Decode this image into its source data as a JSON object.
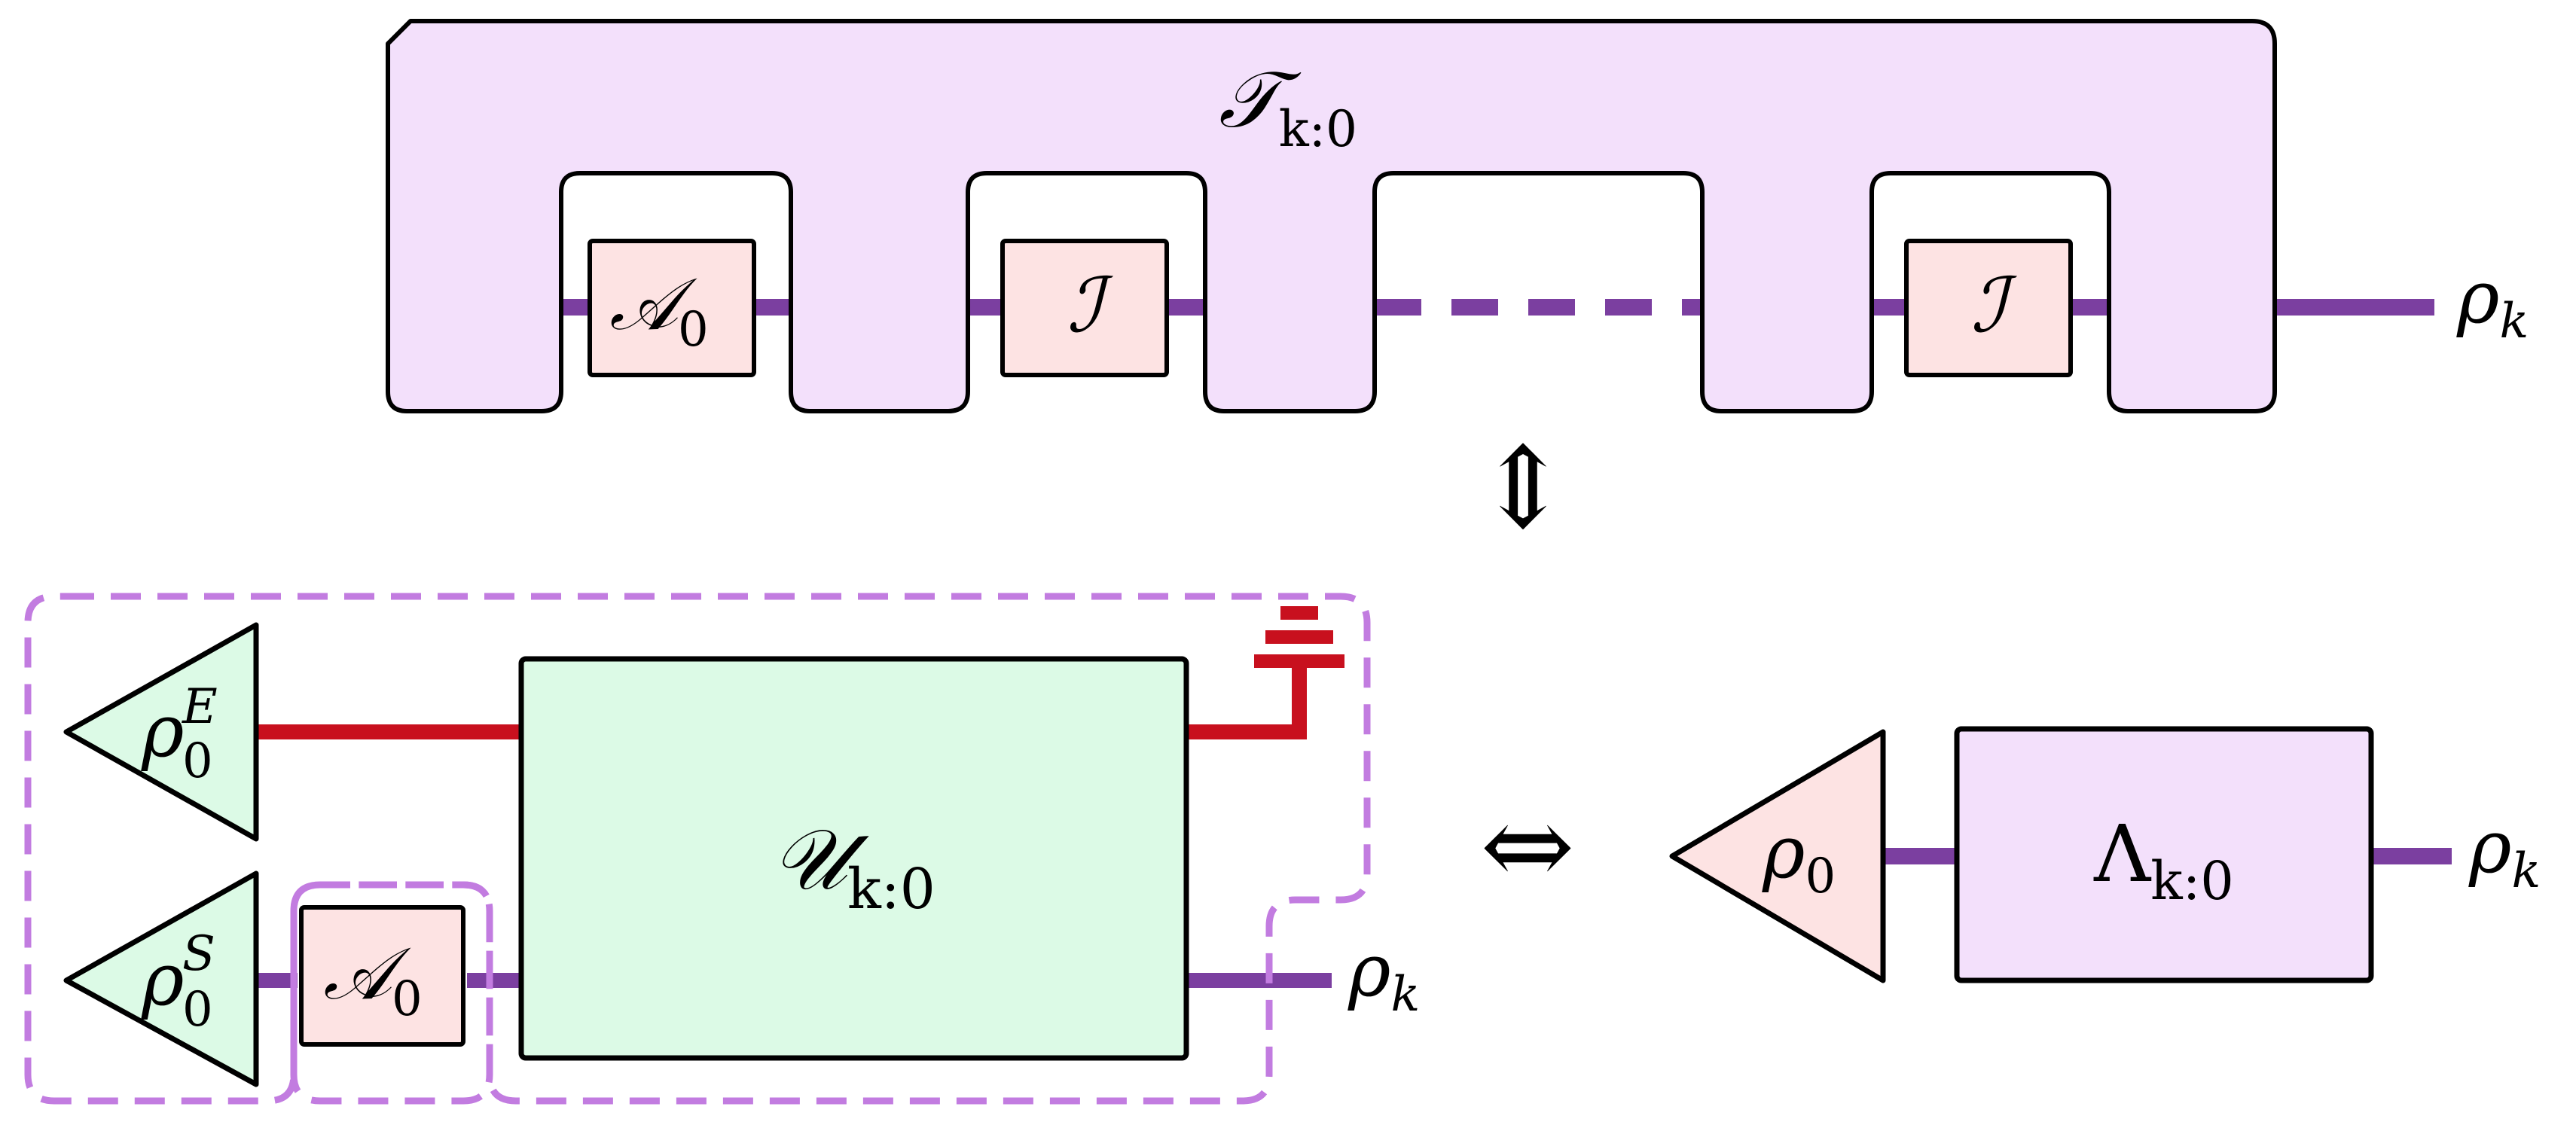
{
  "colors": {
    "comb_fill": "#f3e0fb",
    "operation_fill": "#fde3e3",
    "unitary_fill": "#dcfae6",
    "env_state_fill": "#dcfae6",
    "wire_system": "#7b3fa0",
    "wire_environment": "#c8101e",
    "dashed_boundary": "#c27ce0",
    "outline": "#000000"
  },
  "top": {
    "comb": {
      "symbol": "𝒯",
      "subscript": "k:0"
    },
    "boxes": [
      {
        "symbol": "𝒜",
        "subscript": "0"
      },
      {
        "symbol": "ℐ",
        "subscript": ""
      },
      {
        "symbol": "ℐ",
        "subscript": ""
      }
    ],
    "output": {
      "symbol": "ρ",
      "subscript": "k"
    }
  },
  "vertical_equivalence": "⇕",
  "horizontal_equivalence": "⇔",
  "bottom_left": {
    "env_state": {
      "symbol": "ρ",
      "subscript": "0",
      "superscript": "E"
    },
    "sys_state": {
      "symbol": "ρ",
      "subscript": "0",
      "superscript": "S"
    },
    "operation": {
      "symbol": "𝒜",
      "subscript": "0"
    },
    "unitary": {
      "symbol": "𝒰",
      "subscript": "k:0"
    },
    "output": {
      "symbol": "ρ",
      "subscript": "k"
    },
    "trace_icon": "ground-trace-icon"
  },
  "bottom_right": {
    "state": {
      "symbol": "ρ",
      "subscript": "0"
    },
    "map": {
      "symbol": "Λ",
      "subscript": "k:0"
    },
    "output": {
      "symbol": "ρ",
      "subscript": "k"
    }
  }
}
